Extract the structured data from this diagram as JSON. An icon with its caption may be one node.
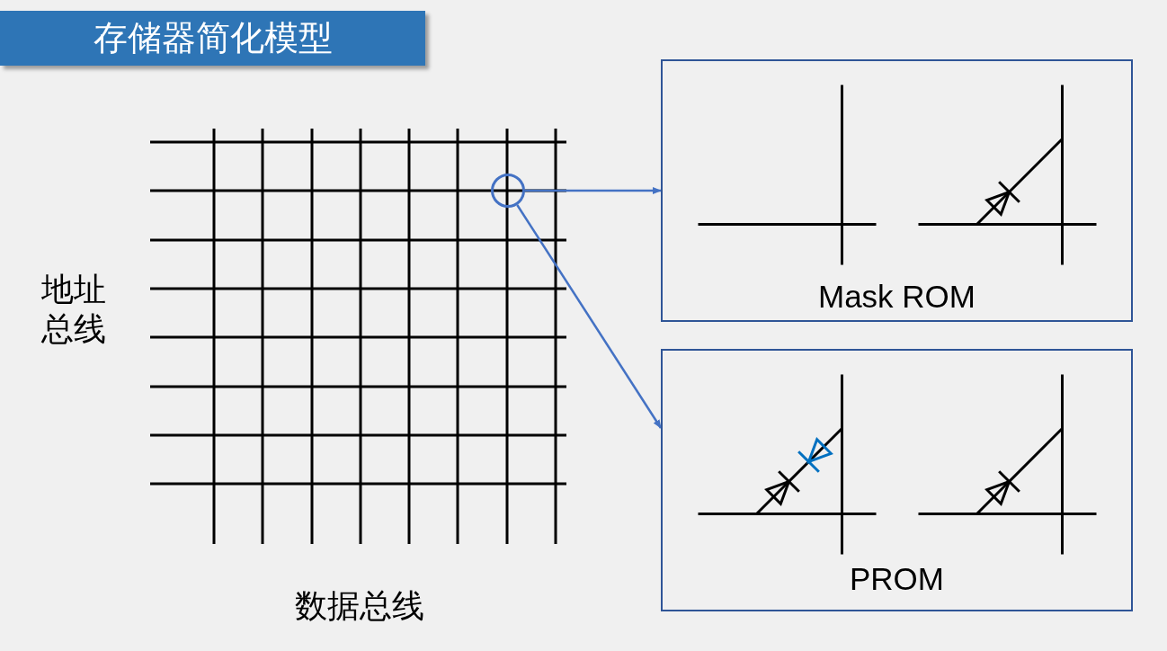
{
  "diagram": {
    "title": "存储器简化模型",
    "nodes": [
      {
        "text": [],
        "shape": "circle"
      },
      {
        "text": [
          "Mask ROM"
        ]
      },
      {
        "text": [
          "PROM"
        ]
      }
    ],
    "edges": [
      {
        "from": 0,
        "to": 1,
        "arrow": "to"
      },
      {
        "from": 0,
        "to": 2,
        "arrow": "to"
      }
    ],
    "labels": [
      "地址总线",
      "数据总线"
    ]
  }
}
